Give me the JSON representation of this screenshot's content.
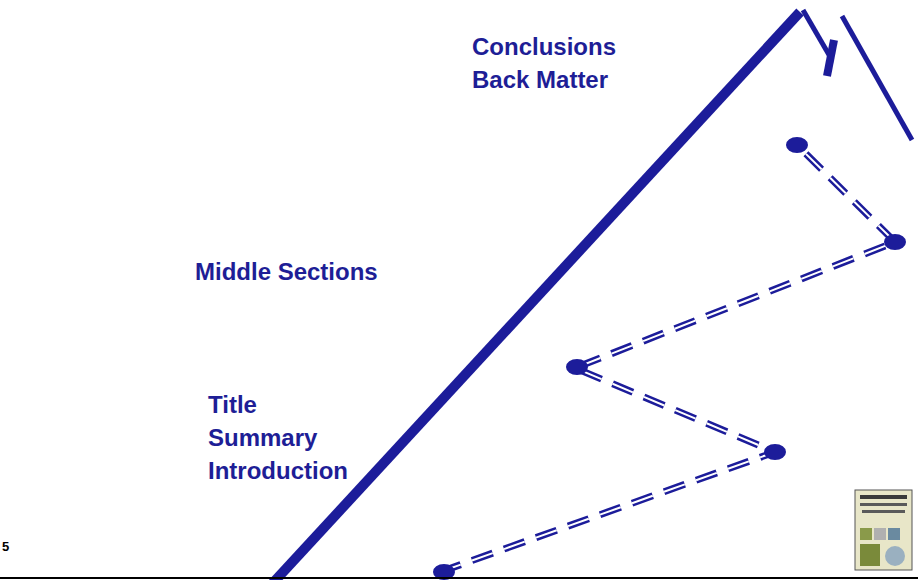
{
  "diagram": {
    "labels": [
      "Conclusions",
      "Back Matter",
      "Middle Sections",
      "Title",
      "Summary",
      "Introduction",
      "5"
    ]
  }
}
